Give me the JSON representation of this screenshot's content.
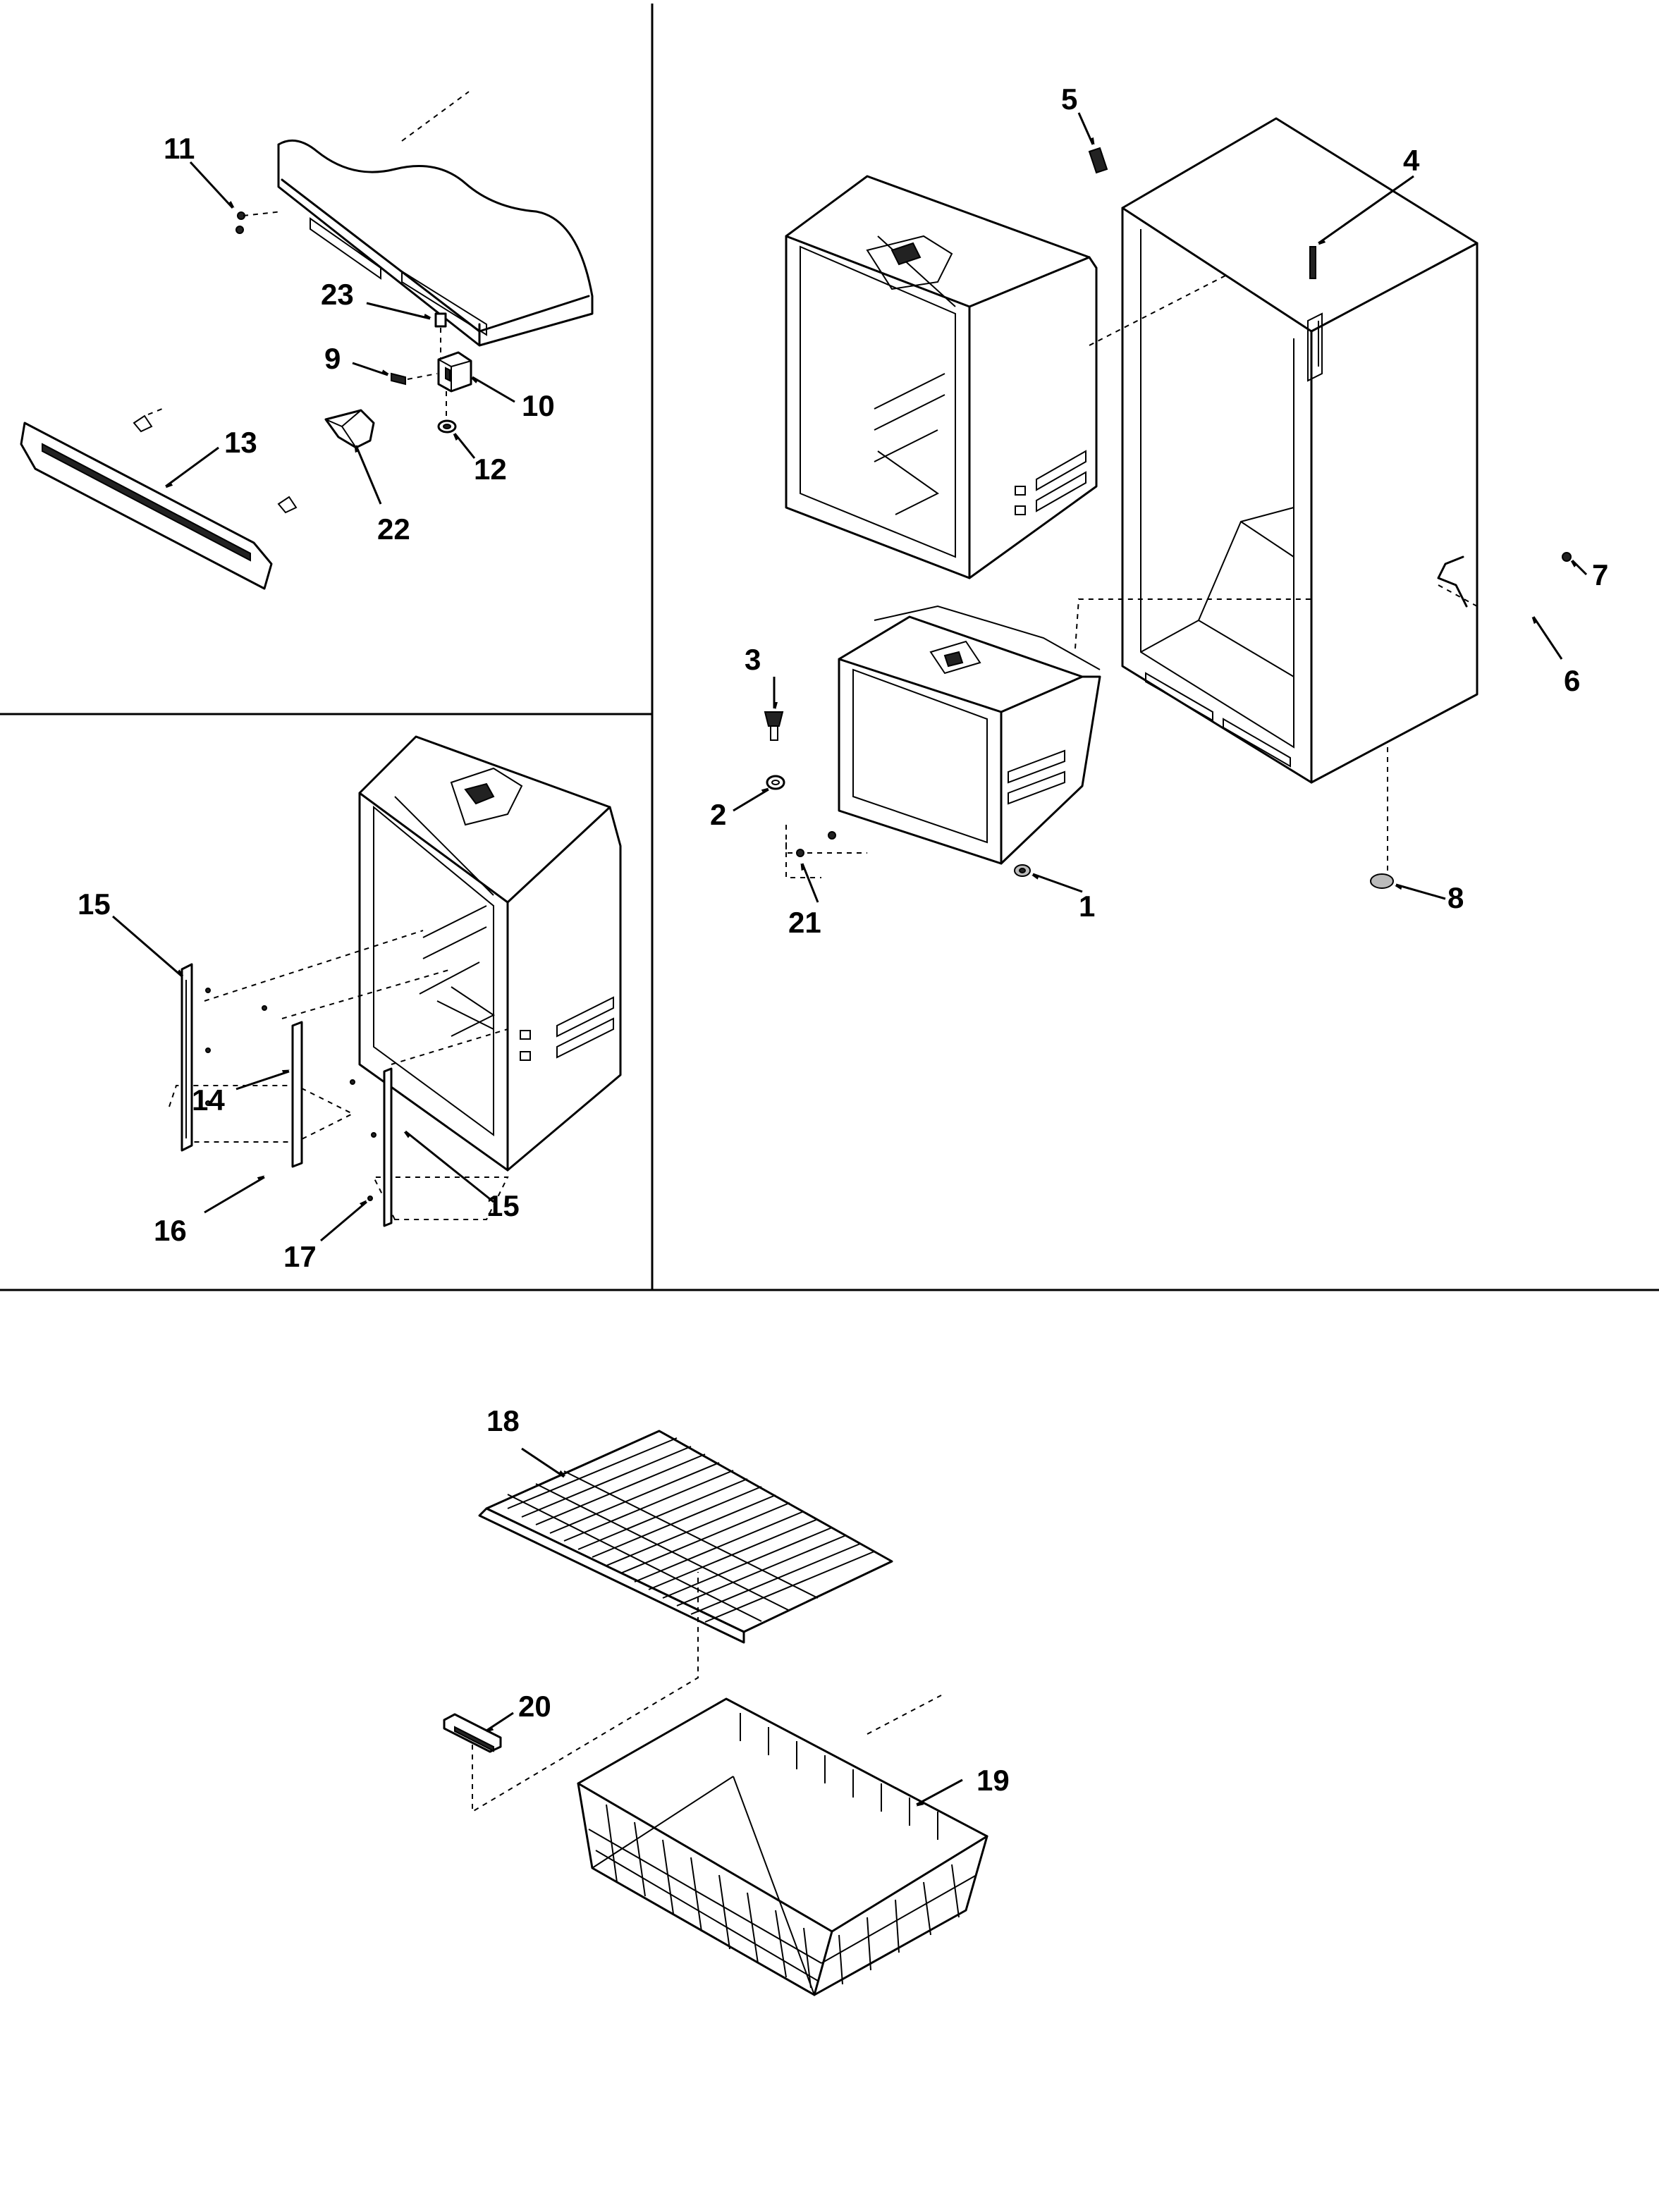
{
  "callouts": {
    "c1": "1",
    "c2": "2",
    "c3": "3",
    "c4": "4",
    "c5": "5",
    "c6": "6",
    "c7": "7",
    "c8": "8",
    "c9": "9",
    "c10": "10",
    "c11": "11",
    "c12": "12",
    "c13": "13",
    "c14": "14",
    "c15a": "15",
    "c15b": "15",
    "c16": "16",
    "c17": "17",
    "c18": "18",
    "c19": "19",
    "c20": "20",
    "c21": "21",
    "c22": "22",
    "c23": "23"
  }
}
